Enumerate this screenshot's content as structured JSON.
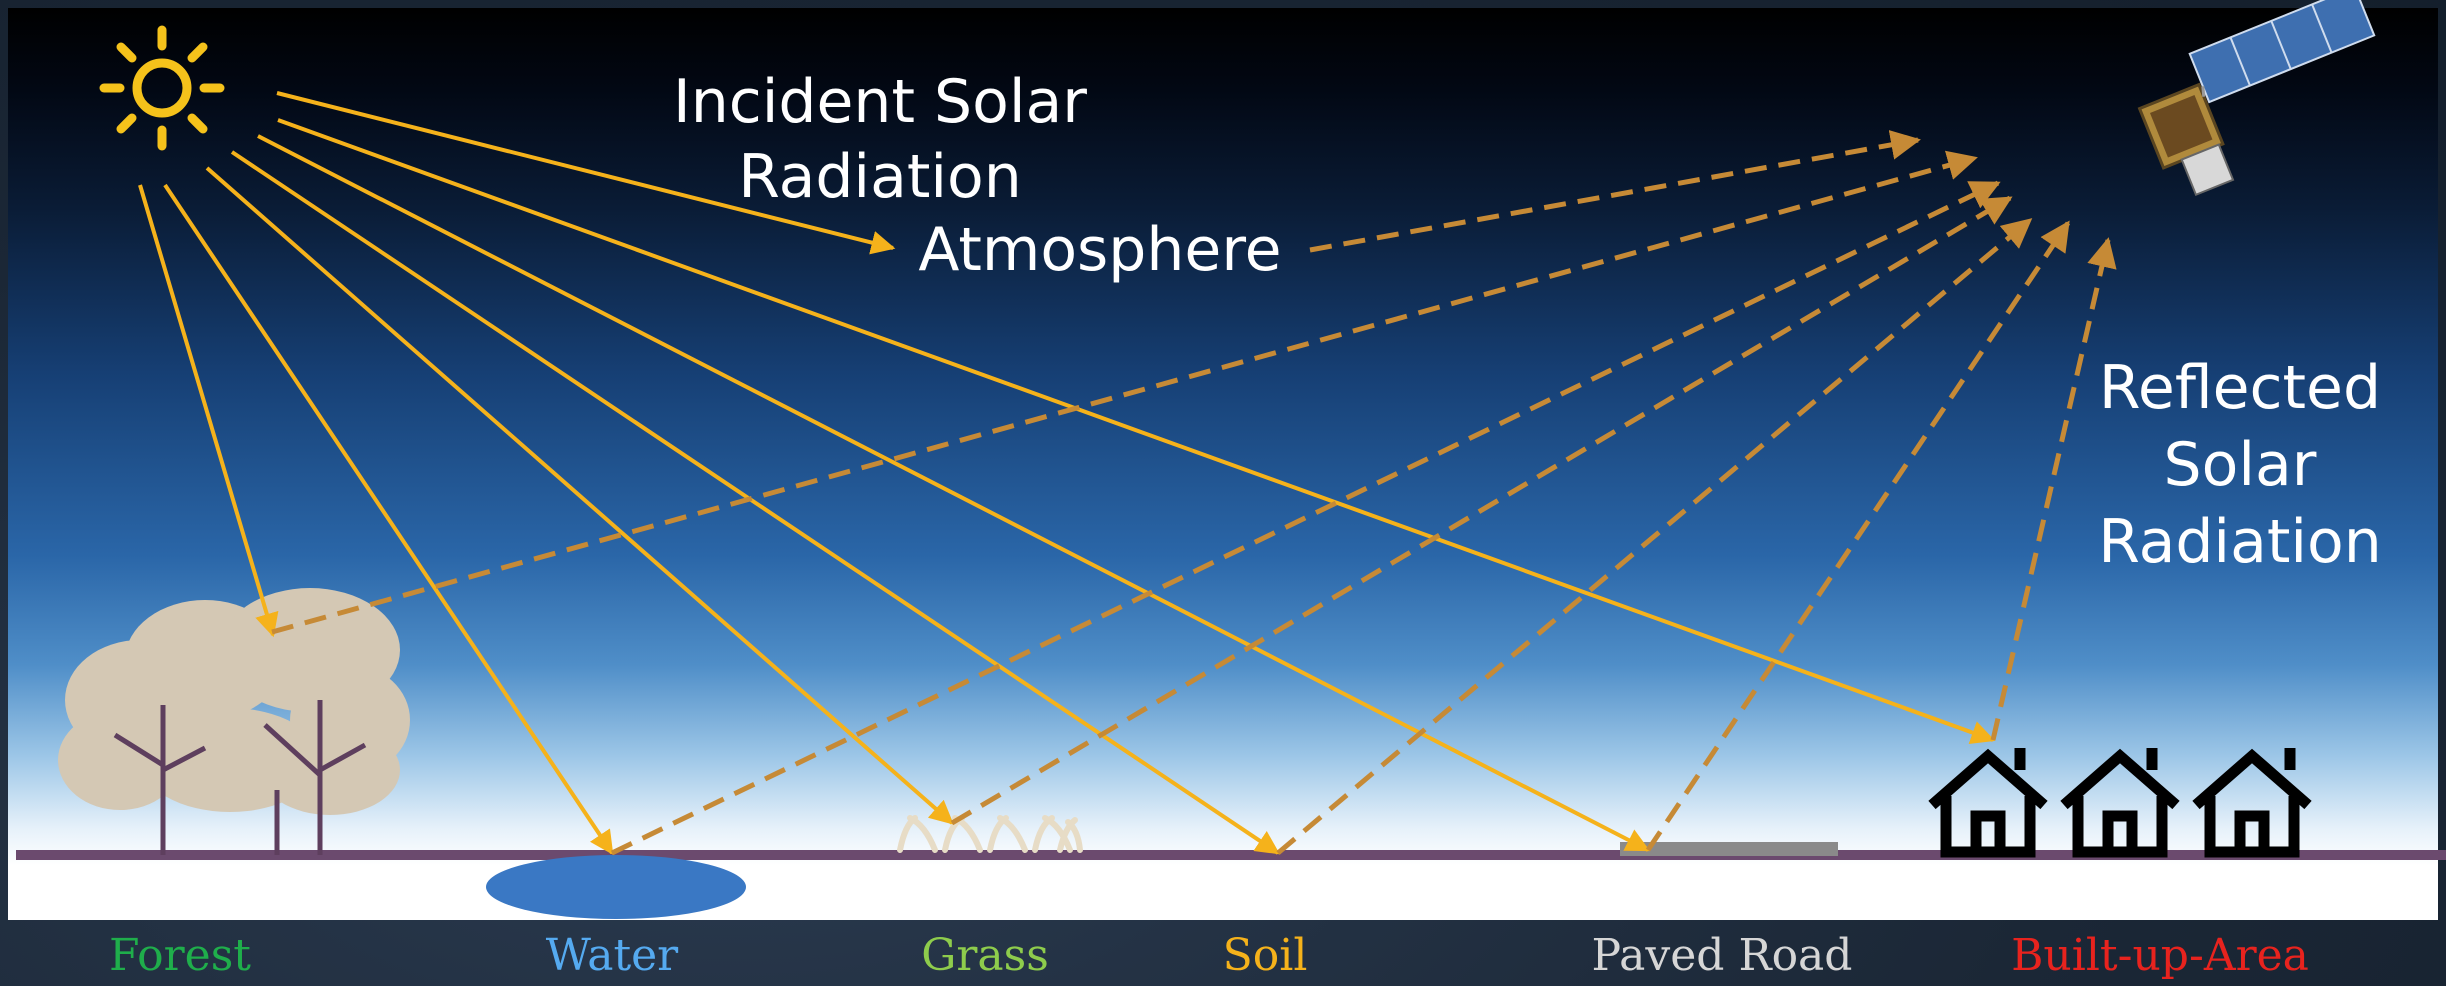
{
  "labels": {
    "incident_line1": "Incident Solar",
    "incident_line2": "Radiation",
    "atmosphere": "Atmosphere",
    "reflected_line1": "Reflected",
    "reflected_line2": "Solar",
    "reflected_line3": "Radiation"
  },
  "legend": [
    {
      "label": "Forest",
      "color": "#1fae4b"
    },
    {
      "label": "Water",
      "color": "#55aaf0"
    },
    {
      "label": "Grass",
      "color": "#8ecc4c"
    },
    {
      "label": "Soil",
      "color": "#f5b21b"
    },
    {
      "label": "Paved Road",
      "color": "#d6d6d6"
    },
    {
      "label": "Built-up-Area",
      "color": "#e8231e"
    }
  ],
  "colors": {
    "incident_ray": "#f5b21b",
    "reflected_ray": "#c68a36",
    "ground": "#6b4a6e",
    "sun": "#f5c21b",
    "water": "#3a78c4",
    "tree_canopy": "#d4c8b4",
    "road": "#8a8a8a",
    "house": "#000000"
  },
  "icons": [
    "sun-icon",
    "satellite-icon",
    "forest-icon",
    "water-icon",
    "grass-icon",
    "road-icon",
    "house-icon"
  ]
}
